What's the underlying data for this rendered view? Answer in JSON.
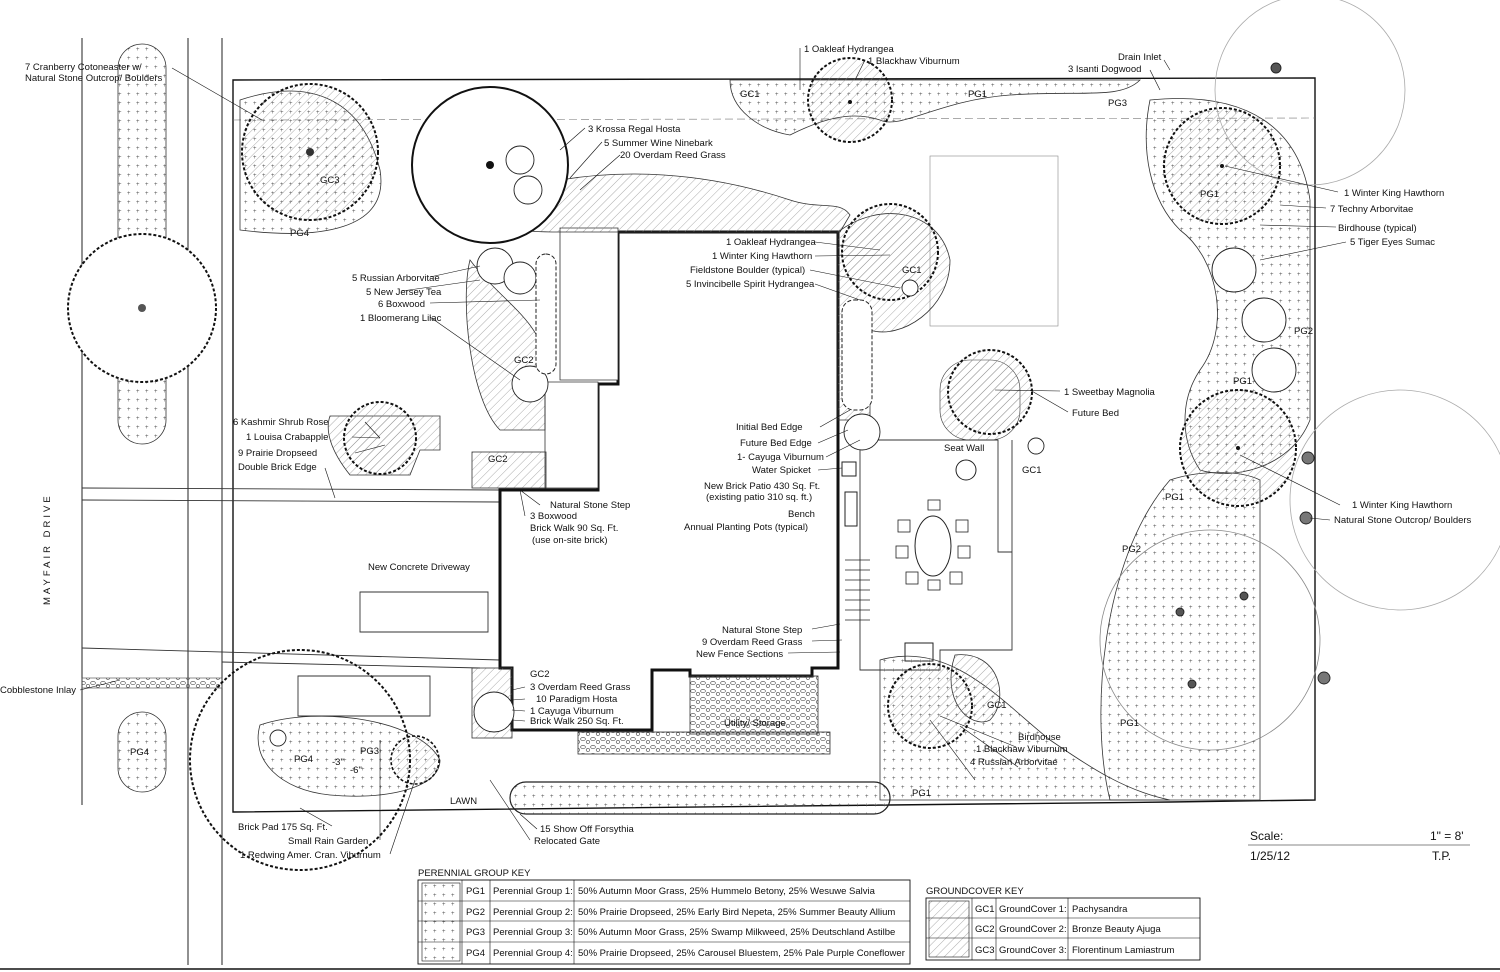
{
  "street": "MAYFAIR DRIVE",
  "labels": {
    "cotoneaster": "7 Cranberry Cotoneaster w/",
    "stone_outcrop": "Natural Stone Outcrop/ Boulders",
    "hosta": "3 Krossa Regal Hosta",
    "ninebark": "5 Summer Wine Ninebark",
    "reed_grass": "20 Overdam Reed Grass",
    "oakleaf_top": "1 Oakleaf Hydrangea",
    "blackhaw_top": "1 Blackhaw Viburnum",
    "drain": "Drain Inlet",
    "dogwood": "3 Isanti Dogwood",
    "arborvitae_5": "5 Russian Arborvitae",
    "nj_tea": "5 New Jersey Tea",
    "boxwood_6": "6 Boxwood",
    "lilac": "1 Bloomerang Lilac",
    "oakleaf_mid": "1 Oakleaf Hydrangea",
    "hawthorn_mid": "1 Winter King Hawthorn",
    "fieldstone": "Fieldstone Boulder (typical)",
    "invincibelle": "5 Invincibelle Spirit Hydrangea",
    "hawthorn_tr": "1 Winter King Hawthorn",
    "techny": "7 Techny Arborvitae",
    "birdhouse_typ": "Birdhouse (typical)",
    "sumac": "5 Tiger Eyes Sumac",
    "magnolia": "1 Sweetbay Magnolia",
    "future_bed": "Future Bed",
    "kashmir": "6 Kashmir Shrub Rose",
    "crabapple": "1 Louisa Crabapple",
    "dropseed": "9 Prairie Dropseed",
    "double_brick": "Double Brick Edge",
    "initial_bed": "Initial Bed Edge",
    "future_bed_edge": "Future Bed Edge",
    "cayuga_top": "1- Cayuga Viburnum",
    "spicket": "Water Spicket",
    "seat_wall": "Seat Wall",
    "new_patio": "New Brick Patio 430 Sq. Ft.",
    "existing_patio": "(existing patio 310 sq. ft.)",
    "bench": "Bench",
    "pots": "Annual Planting Pots (typical)",
    "hawthorn_r": "1 Winter King Hawthorn",
    "outcrop_r": "Natural Stone Outcrop/ Boulders",
    "step_top": "Natural Stone Step",
    "boxwood_3": "3 Boxwood",
    "brick_walk_90": "Brick Walk 90 Sq. Ft.",
    "onsite_brick": "(use on-site brick)",
    "driveway": "New Concrete Driveway",
    "step_mid": "Natural Stone Step",
    "reed_9": "9 Overdam Reed Grass",
    "fence": "New Fence Sections",
    "cobblestone": "Cobblestone Inlay",
    "reed_3": "3 Overdam Reed Grass",
    "paradigm": "10 Paradigm Hosta",
    "cayuga_bot": "1 Cayuga Viburnum",
    "brick_walk_250": "Brick Walk 250 Sq. Ft.",
    "utility": "Utility/ Storage",
    "birdhouse": "Birdhouse",
    "blackhaw_bot": "1 Blackhaw Viburnum",
    "arborvitae_4": "4 Russian Arborvitae",
    "brick_pad": "Brick Pad 175 Sq. Ft.",
    "rain_garden": "Small Rain Garden",
    "redwing": "1 Redwing Amer. Cran. Viburnum",
    "lawn": "LAWN",
    "forsythia": "15 Show Off Forsythia",
    "relocated_gate": "Relocated Gate",
    "dim_3": "-3\"",
    "dim_6": "-6\""
  },
  "area_tags": {
    "gc1": "GC1",
    "gc2": "GC2",
    "gc3": "GC3",
    "pg1": "PG1",
    "pg2": "PG2",
    "pg3": "PG3",
    "pg4": "PG4"
  },
  "scale": {
    "label": "Scale:",
    "value": "1\" = 8'",
    "date": "1/25/12",
    "initials": "T.P."
  },
  "perennial_key": {
    "title": "PERENNIAL GROUP KEY",
    "rows": [
      {
        "code": "PG1",
        "name": "Perennial Group 1:",
        "desc": "50% Autumn Moor Grass, 25% Hummelo Betony, 25% Wesuwe Salvia"
      },
      {
        "code": "PG2",
        "name": "Perennial Group 2:",
        "desc": "50% Prairie Dropseed, 25% Early Bird Nepeta, 25% Summer Beauty Allium"
      },
      {
        "code": "PG3",
        "name": "Perennial Group 3:",
        "desc": "50% Autumn Moor Grass, 25% Swamp Milkweed, 25% Deutschland Astilbe"
      },
      {
        "code": "PG4",
        "name": "Perennial Group 4:",
        "desc": "50% Prairie Dropseed, 25% Carousel Bluestem, 25% Pale Purple Coneflower"
      }
    ]
  },
  "groundcover_key": {
    "title": "GROUNDCOVER KEY",
    "rows": [
      {
        "code": "GC1",
        "name": "GroundCover 1:",
        "desc": "Pachysandra"
      },
      {
        "code": "GC2",
        "name": "GroundCover 2:",
        "desc": "Bronze Beauty Ajuga"
      },
      {
        "code": "GC3",
        "name": "GroundCover 3:",
        "desc": "Florentinum Lamiastrum"
      }
    ]
  }
}
